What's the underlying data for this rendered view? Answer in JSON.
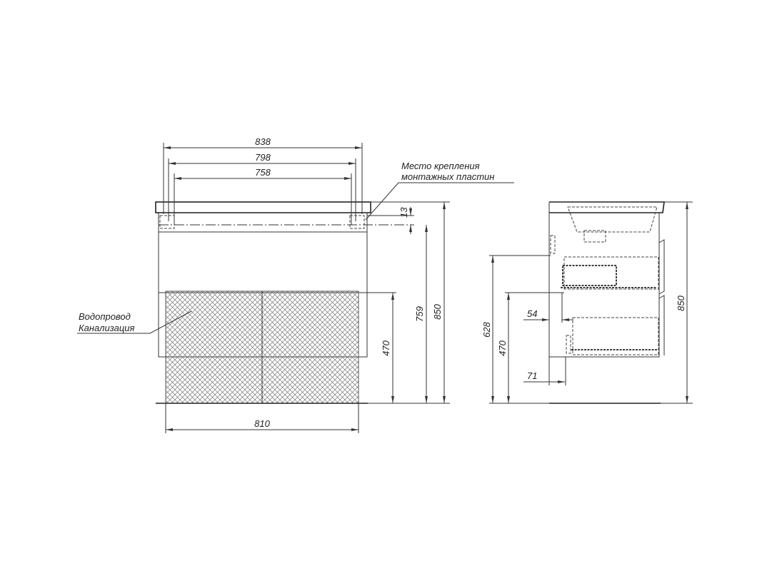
{
  "front_view": {
    "dims": {
      "w838": "838",
      "w798": "798",
      "w758": "758",
      "h13": "13",
      "h759": "759",
      "h850": "850",
      "h470": "470",
      "w810": "810"
    },
    "callout_mount": [
      "Место крепления",
      "монтажных пластин"
    ],
    "callout_pipes": [
      "Водопровод",
      "Канализация"
    ]
  },
  "side_view": {
    "dims": {
      "h850": "850",
      "h628": "628",
      "h470": "470",
      "d54": "54",
      "d71": "71"
    }
  }
}
